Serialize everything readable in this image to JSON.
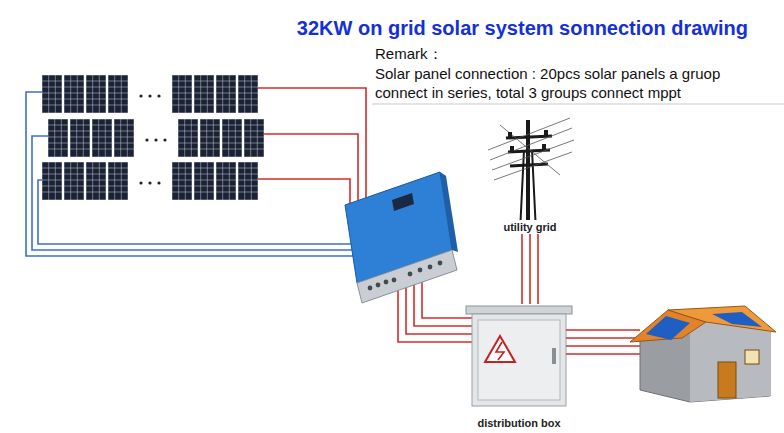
{
  "diagram": {
    "title": "32KW on grid solar system sonnection drawing",
    "nodes": [
      {
        "text": [
          "utility grid"
        ]
      },
      {
        "text": [
          "distribution box"
        ]
      }
    ],
    "edges": [
      {
        "from": 0,
        "to": 1,
        "arrow": "none"
      }
    ],
    "labels": [
      "Remark：",
      "Solar panel connection : 20pcs solar panels a gruop connect in series, total 3 groups connect mppt"
    ]
  }
}
